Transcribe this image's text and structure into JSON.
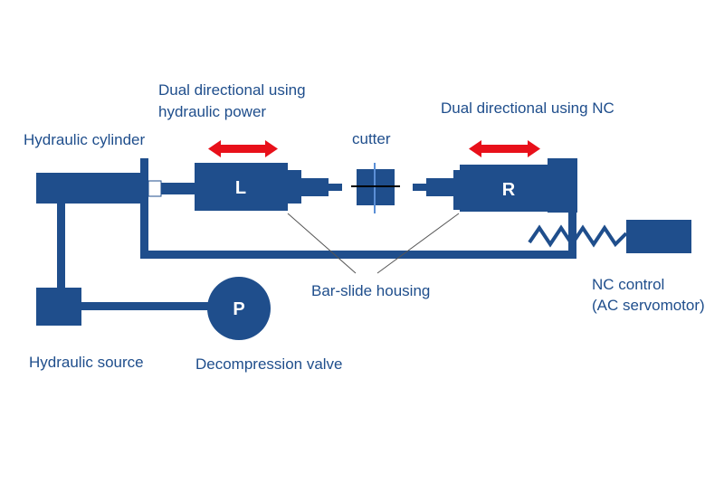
{
  "labels": {
    "hydraulic_cylinder": "Hydraulic cylinder",
    "dual_hydraulic_line1": "Dual directional using",
    "dual_hydraulic_line2": "hydraulic power",
    "dual_nc": "Dual directional using NC",
    "cutter": "cutter",
    "bar_slide_housing": "Bar-slide housing",
    "nc_control_line1": "NC control",
    "nc_control_line2": "(AC servomotor)",
    "hydraulic_source": "Hydraulic source",
    "decompression_valve": "Decompression valve"
  },
  "blocks": {
    "left_head": "L",
    "right_head": "R",
    "pump": "P"
  },
  "colors": {
    "machine_blue": "#1f4e8c",
    "label_blue": "#1f4e8c",
    "arrow_red": "#e8101a",
    "cutter_line": "#000000",
    "cutter_axis": "#5b8fd6",
    "leader_line": "#555555"
  }
}
